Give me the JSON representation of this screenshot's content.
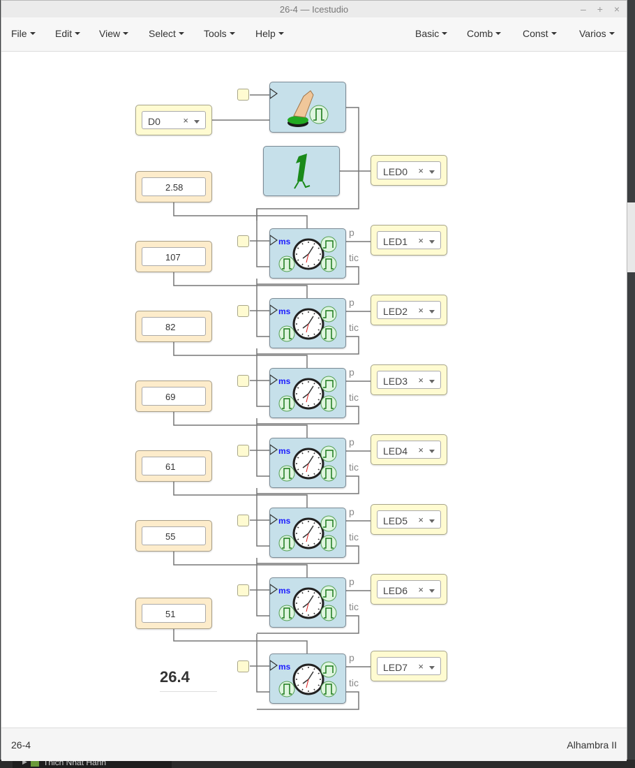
{
  "window": {
    "title": "26-4 — Icestudio"
  },
  "menu": {
    "left": [
      "File",
      "Edit",
      "View",
      "Select",
      "Tools",
      "Help"
    ],
    "right": [
      "Basic",
      "Comb",
      "Const",
      "Varios"
    ]
  },
  "blocks": {
    "input": {
      "value": "D0",
      "clear": "×"
    },
    "constants": [
      "2.58",
      "107",
      "82",
      "69",
      "61",
      "55",
      "51"
    ],
    "leds": [
      "LED0",
      "LED1",
      "LED2",
      "LED3",
      "LED4",
      "LED5",
      "LED6",
      "LED7"
    ],
    "led_clear": "×",
    "ms": "ms",
    "p": "p",
    "tic": "tic"
  },
  "note": {
    "text": "26.4"
  },
  "status": {
    "left": "26-4",
    "right": "Alhambra II"
  },
  "colors": {
    "blue_block": "#c6e0ea",
    "io_block": "#fffbd1",
    "const_block": "#fdeccb",
    "ms_text": "#1a1aff"
  },
  "background": {
    "tree_item": "Thich Nhat Hanh"
  }
}
